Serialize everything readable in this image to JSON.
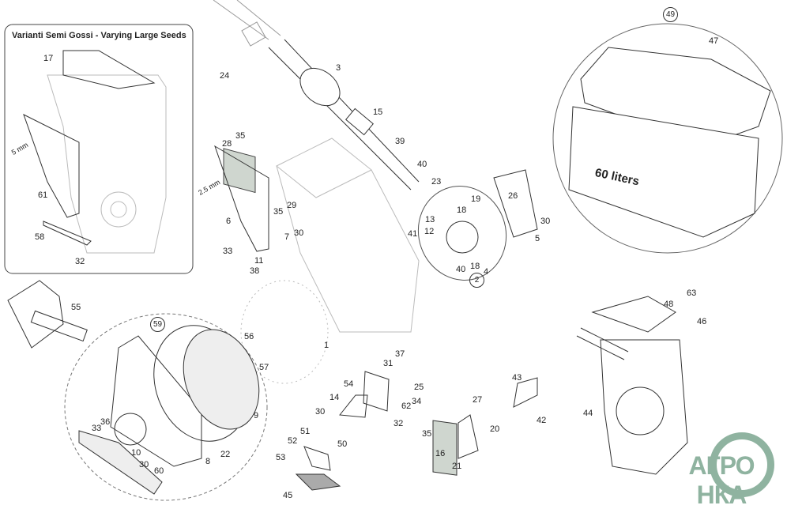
{
  "inset": {
    "title": "Varianti Semi Gossi - Varying Large Seeds"
  },
  "hopper_label": "60 liters",
  "logo": "АГРО НКА",
  "measure": {
    "inset_gap": "5 mm",
    "main_gap": "2.5 mm"
  },
  "labels": [
    "17",
    "61",
    "58",
    "32",
    "24",
    "3",
    "15",
    "28",
    "35",
    "39",
    "40",
    "23",
    "19",
    "26",
    "18",
    "13",
    "12",
    "41",
    "18",
    "40",
    "4",
    "2",
    "5",
    "30",
    "29",
    "35",
    "6",
    "30",
    "7",
    "33",
    "11",
    "38",
    "1",
    "31",
    "37",
    "55",
    "59",
    "56",
    "57",
    "54",
    "14",
    "30",
    "9",
    "22",
    "36",
    "33",
    "10",
    "8",
    "30",
    "60",
    "51",
    "52",
    "50",
    "53",
    "45",
    "25",
    "34",
    "62",
    "32",
    "35",
    "16",
    "21",
    "27",
    "20",
    "43",
    "42",
    "44",
    "63",
    "48",
    "46",
    "49",
    "47"
  ],
  "colors": {
    "line": "#333333",
    "faint": "#bbbbbb",
    "logo": "#8fb3a0"
  }
}
